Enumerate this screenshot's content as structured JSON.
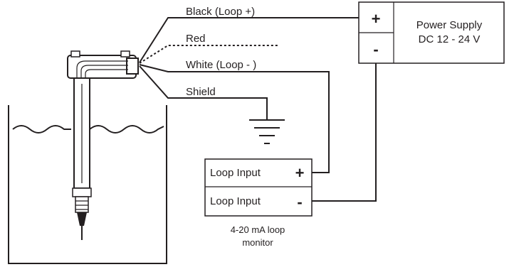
{
  "wires": {
    "black": "Black (Loop +)",
    "red": "Red",
    "white": "White (Loop - )",
    "shield": "Shield"
  },
  "power_supply": {
    "plus": "+",
    "minus": "-",
    "title_line1": "Power Supply",
    "title_line2": "DC 12 - 24 V"
  },
  "loop_monitor": {
    "input_plus_label": "Loop Input",
    "plus_sign": "+",
    "input_minus_label": "Loop Input",
    "minus_sign": "-",
    "caption_line1": "4-20 mA loop",
    "caption_line2": "monitor"
  },
  "colors": {
    "ink": "#231f20",
    "background": "#ffffff"
  }
}
